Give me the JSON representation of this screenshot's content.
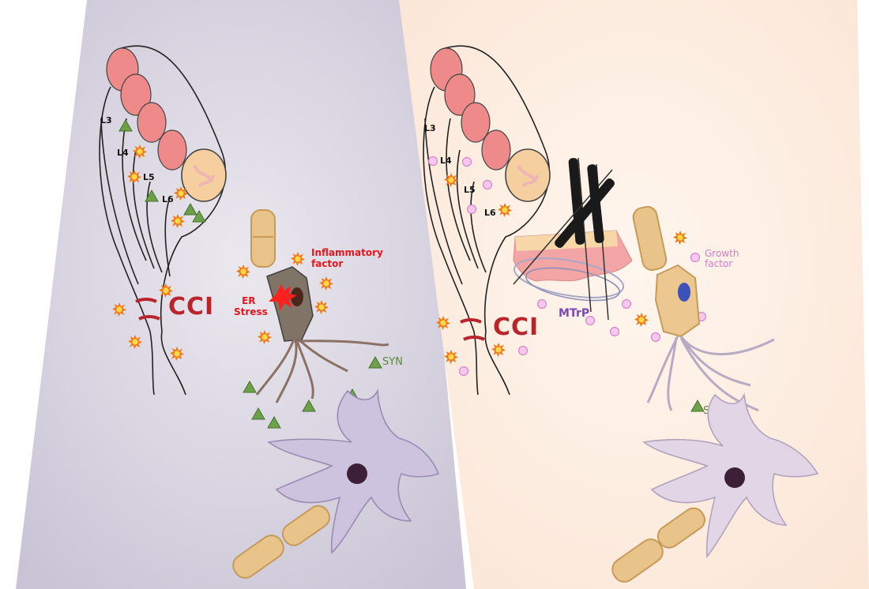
{
  "left_panel": {
    "roots": [
      "L3",
      "L4",
      "L5",
      "L6"
    ],
    "cci": "CCI",
    "inflammatory_line1": "Inflammatory",
    "inflammatory_line2": "factor",
    "er_line1": "ER",
    "er_line2": "Stress",
    "syn": "SYN"
  },
  "right_panel": {
    "roots": [
      "L3",
      "L4",
      "L5",
      "L6"
    ],
    "cci": "CCI",
    "mtrp": "MTrP",
    "growth_line1": "Growth",
    "growth_line2": "factor",
    "syn": "SYN"
  },
  "colors": {
    "left_bg": "#d9d5e2",
    "right_bg": "#fdeee2",
    "cord": "#ef8a8a",
    "cci_text": "#b8262b",
    "inflammatory": "#e8151f",
    "syn": "#5b8a3a",
    "growth": "#d77ac8",
    "mtrp": "#7a46b8"
  }
}
